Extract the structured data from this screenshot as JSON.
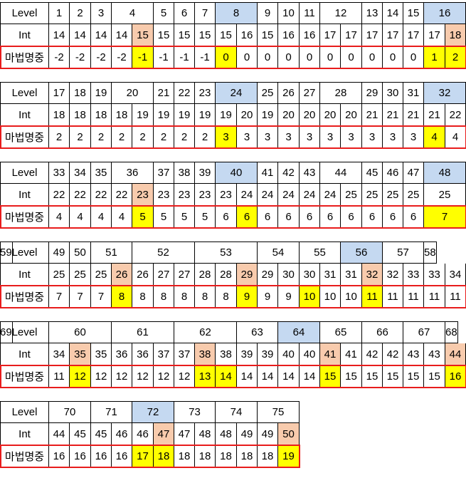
{
  "row_headers": {
    "level": "Level",
    "int": "Int",
    "magic": "마법명중"
  },
  "blocks": [
    {
      "levels": [
        {
          "v": "1",
          "s": 1
        },
        {
          "v": "2",
          "s": 1
        },
        {
          "v": "3",
          "s": 1
        },
        {
          "v": "4",
          "s": 2
        },
        {
          "v": "5",
          "s": 1
        },
        {
          "v": "6",
          "s": 1
        },
        {
          "v": "7",
          "s": 1
        },
        {
          "v": "8",
          "s": 2,
          "hl": "blue"
        },
        {
          "v": "9",
          "s": 1
        },
        {
          "v": "10",
          "s": 1
        },
        {
          "v": "11",
          "s": 1
        },
        {
          "v": "12",
          "s": 2
        },
        {
          "v": "13",
          "s": 1
        },
        {
          "v": "14",
          "s": 1
        },
        {
          "v": "15",
          "s": 1
        },
        {
          "v": "16",
          "s": 2,
          "hl": "blue"
        }
      ],
      "ints": [
        {
          "v": "14"
        },
        {
          "v": "14"
        },
        {
          "v": "14"
        },
        {
          "v": "14"
        },
        {
          "v": "15",
          "hl": "orange"
        },
        {
          "v": "15"
        },
        {
          "v": "15"
        },
        {
          "v": "15"
        },
        {
          "v": "15"
        },
        {
          "v": "16"
        },
        {
          "v": "15"
        },
        {
          "v": "16"
        },
        {
          "v": "16"
        },
        {
          "v": "17"
        },
        {
          "v": "17"
        },
        {
          "v": "17"
        },
        {
          "v": "17"
        },
        {
          "v": "17"
        },
        {
          "v": "17"
        },
        {
          "v": "18",
          "hl": "orange"
        }
      ],
      "magic": [
        {
          "v": "-2"
        },
        {
          "v": "-2"
        },
        {
          "v": "-2"
        },
        {
          "v": "-2"
        },
        {
          "v": "-1",
          "hl": "yellow"
        },
        {
          "v": "-1"
        },
        {
          "v": "-1"
        },
        {
          "v": "-1"
        },
        {
          "v": "0",
          "hl": "yellow"
        },
        {
          "v": "0"
        },
        {
          "v": "0"
        },
        {
          "v": "0"
        },
        {
          "v": "0"
        },
        {
          "v": "0"
        },
        {
          "v": "0"
        },
        {
          "v": "0"
        },
        {
          "v": "0"
        },
        {
          "v": "0"
        },
        {
          "v": "1",
          "hl": "yellow"
        },
        {
          "v": "2",
          "hl": "yellow"
        }
      ]
    },
    {
      "levels": [
        {
          "v": "17",
          "s": 1
        },
        {
          "v": "18",
          "s": 1
        },
        {
          "v": "19",
          "s": 1
        },
        {
          "v": "20",
          "s": 2
        },
        {
          "v": "21",
          "s": 1
        },
        {
          "v": "22",
          "s": 1
        },
        {
          "v": "23",
          "s": 1
        },
        {
          "v": "24",
          "s": 2,
          "hl": "blue"
        },
        {
          "v": "25",
          "s": 1
        },
        {
          "v": "26",
          "s": 1
        },
        {
          "v": "27",
          "s": 1
        },
        {
          "v": "28",
          "s": 2
        },
        {
          "v": "29",
          "s": 1
        },
        {
          "v": "30",
          "s": 1
        },
        {
          "v": "31",
          "s": 1
        },
        {
          "v": "32",
          "s": 2,
          "hl": "blue"
        }
      ],
      "ints": [
        {
          "v": "18"
        },
        {
          "v": "18"
        },
        {
          "v": "18"
        },
        {
          "v": "18"
        },
        {
          "v": "19"
        },
        {
          "v": "19"
        },
        {
          "v": "19"
        },
        {
          "v": "19"
        },
        {
          "v": "19"
        },
        {
          "v": "20"
        },
        {
          "v": "19"
        },
        {
          "v": "20"
        },
        {
          "v": "20"
        },
        {
          "v": "20"
        },
        {
          "v": "20"
        },
        {
          "v": "21"
        },
        {
          "v": "21"
        },
        {
          "v": "21"
        },
        {
          "v": "21"
        },
        {
          "v": "22"
        }
      ],
      "magic": [
        {
          "v": "2"
        },
        {
          "v": "2"
        },
        {
          "v": "2"
        },
        {
          "v": "2"
        },
        {
          "v": "2"
        },
        {
          "v": "2"
        },
        {
          "v": "2"
        },
        {
          "v": "2"
        },
        {
          "v": "3",
          "hl": "yellow"
        },
        {
          "v": "3"
        },
        {
          "v": "3"
        },
        {
          "v": "3"
        },
        {
          "v": "3"
        },
        {
          "v": "3"
        },
        {
          "v": "3"
        },
        {
          "v": "3"
        },
        {
          "v": "3"
        },
        {
          "v": "3"
        },
        {
          "v": "4",
          "hl": "yellow"
        },
        {
          "v": "4"
        }
      ]
    },
    {
      "levels": [
        {
          "v": "33",
          "s": 1
        },
        {
          "v": "34",
          "s": 1
        },
        {
          "v": "35",
          "s": 1
        },
        {
          "v": "36",
          "s": 2
        },
        {
          "v": "37",
          "s": 1
        },
        {
          "v": "38",
          "s": 1
        },
        {
          "v": "39",
          "s": 1
        },
        {
          "v": "40",
          "s": 2,
          "hl": "blue"
        },
        {
          "v": "41",
          "s": 1
        },
        {
          "v": "42",
          "s": 1
        },
        {
          "v": "43",
          "s": 1
        },
        {
          "v": "44",
          "s": 2
        },
        {
          "v": "45",
          "s": 1
        },
        {
          "v": "46",
          "s": 1
        },
        {
          "v": "47",
          "s": 1
        },
        {
          "v": "48",
          "s": 2,
          "hl": "blue"
        }
      ],
      "ints": [
        {
          "v": "22"
        },
        {
          "v": "22"
        },
        {
          "v": "22"
        },
        {
          "v": "22"
        },
        {
          "v": "23",
          "hl": "orange"
        },
        {
          "v": "23"
        },
        {
          "v": "23"
        },
        {
          "v": "23"
        },
        {
          "v": "23"
        },
        {
          "v": "24"
        },
        {
          "v": "24"
        },
        {
          "v": "24"
        },
        {
          "v": "24"
        },
        {
          "v": "24"
        },
        {
          "v": "25"
        },
        {
          "v": "25"
        },
        {
          "v": "25"
        },
        {
          "v": "25"
        },
        {
          "v": "25",
          "s": 2
        }
      ],
      "magic": [
        {
          "v": "4"
        },
        {
          "v": "4"
        },
        {
          "v": "4"
        },
        {
          "v": "4"
        },
        {
          "v": "5",
          "hl": "yellow"
        },
        {
          "v": "5"
        },
        {
          "v": "5"
        },
        {
          "v": "5"
        },
        {
          "v": "6"
        },
        {
          "v": "6",
          "hl": "yellow"
        },
        {
          "v": "6"
        },
        {
          "v": "6"
        },
        {
          "v": "6"
        },
        {
          "v": "6"
        },
        {
          "v": "6"
        },
        {
          "v": "6"
        },
        {
          "v": "6"
        },
        {
          "v": "6"
        },
        {
          "v": "7",
          "s": 2,
          "hl": "yellow"
        }
      ]
    },
    {
      "levels": [
        {
          "v": "49",
          "s": 1
        },
        {
          "v": "50",
          "s": 1
        },
        {
          "v": "51",
          "s": 2
        },
        {
          "v": "52",
          "s": 3
        },
        {
          "v": "53",
          "s": 3
        },
        {
          "v": "54",
          "s": 2
        },
        {
          "v": "55",
          "s": 2
        },
        {
          "v": "56",
          "s": 2,
          "hl": "blue"
        },
        {
          "v": "57",
          "s": 2
        },
        {
          "v": "58",
          "s": 3
        },
        {
          "v": "59",
          "s": 2
        }
      ],
      "ints": [
        {
          "v": "25"
        },
        {
          "v": "25"
        },
        {
          "v": "25"
        },
        {
          "v": "26",
          "hl": "orange"
        },
        {
          "v": "26"
        },
        {
          "v": "27"
        },
        {
          "v": "27"
        },
        {
          "v": "28"
        },
        {
          "v": "28"
        },
        {
          "v": "29",
          "hl": "orange"
        },
        {
          "v": "29"
        },
        {
          "v": "30"
        },
        {
          "v": "30"
        },
        {
          "v": "31"
        },
        {
          "v": "31"
        },
        {
          "v": "32",
          "hl": "orange"
        },
        {
          "v": "32"
        },
        {
          "v": "33"
        },
        {
          "v": "33"
        },
        {
          "v": "34"
        }
      ],
      "magic": [
        {
          "v": "7"
        },
        {
          "v": "7"
        },
        {
          "v": "7"
        },
        {
          "v": "8",
          "hl": "yellow"
        },
        {
          "v": "8"
        },
        {
          "v": "8"
        },
        {
          "v": "8"
        },
        {
          "v": "8"
        },
        {
          "v": "8"
        },
        {
          "v": "9",
          "hl": "yellow"
        },
        {
          "v": "9"
        },
        {
          "v": "9"
        },
        {
          "v": "10",
          "hl": "yellow"
        },
        {
          "v": "10"
        },
        {
          "v": "10"
        },
        {
          "v": "11",
          "hl": "yellow"
        },
        {
          "v": "11"
        },
        {
          "v": "11"
        },
        {
          "v": "11"
        },
        {
          "v": "11"
        }
      ]
    },
    {
      "levels": [
        {
          "v": "60",
          "s": 3
        },
        {
          "v": "61",
          "s": 3
        },
        {
          "v": "62",
          "s": 3
        },
        {
          "v": "63",
          "s": 2
        },
        {
          "v": "64",
          "s": 2,
          "hl": "blue"
        },
        {
          "v": "65",
          "s": 2
        },
        {
          "v": "66",
          "s": 2
        },
        {
          "v": "67",
          "s": 2
        },
        {
          "v": "68",
          "s": 2
        },
        {
          "v": "69",
          "s": 2
        }
      ],
      "ints": [
        {
          "v": "34"
        },
        {
          "v": "35",
          "hl": "orange"
        },
        {
          "v": "35"
        },
        {
          "v": "36"
        },
        {
          "v": "36"
        },
        {
          "v": "37"
        },
        {
          "v": "37"
        },
        {
          "v": "38",
          "hl": "orange"
        },
        {
          "v": "38"
        },
        {
          "v": "39"
        },
        {
          "v": "39"
        },
        {
          "v": "40"
        },
        {
          "v": "40"
        },
        {
          "v": "41",
          "hl": "orange"
        },
        {
          "v": "41"
        },
        {
          "v": "42"
        },
        {
          "v": "42"
        },
        {
          "v": "43"
        },
        {
          "v": "43"
        },
        {
          "v": "44",
          "hl": "orange"
        }
      ],
      "magic": [
        {
          "v": "11"
        },
        {
          "v": "12",
          "hl": "yellow"
        },
        {
          "v": "12"
        },
        {
          "v": "12"
        },
        {
          "v": "12"
        },
        {
          "v": "12"
        },
        {
          "v": "12"
        },
        {
          "v": "13",
          "hl": "yellow"
        },
        {
          "v": "14",
          "hl": "yellow"
        },
        {
          "v": "14"
        },
        {
          "v": "14"
        },
        {
          "v": "14"
        },
        {
          "v": "14"
        },
        {
          "v": "15",
          "hl": "yellow"
        },
        {
          "v": "15"
        },
        {
          "v": "15"
        },
        {
          "v": "15"
        },
        {
          "v": "15"
        },
        {
          "v": "15"
        },
        {
          "v": "16",
          "hl": "yellow"
        }
      ]
    },
    {
      "levels": [
        {
          "v": "70",
          "s": 2
        },
        {
          "v": "71",
          "s": 2
        },
        {
          "v": "72",
          "s": 2,
          "hl": "blue"
        },
        {
          "v": "73",
          "s": 2
        },
        {
          "v": "74",
          "s": 2
        },
        {
          "v": "75",
          "s": 2
        }
      ],
      "ints": [
        {
          "v": "44"
        },
        {
          "v": "45"
        },
        {
          "v": "45"
        },
        {
          "v": "46"
        },
        {
          "v": "46"
        },
        {
          "v": "47",
          "hl": "orange"
        },
        {
          "v": "47"
        },
        {
          "v": "48"
        },
        {
          "v": "48"
        },
        {
          "v": "49"
        },
        {
          "v": "49"
        },
        {
          "v": "50",
          "hl": "orange"
        }
      ],
      "magic": [
        {
          "v": "16"
        },
        {
          "v": "16"
        },
        {
          "v": "16"
        },
        {
          "v": "16"
        },
        {
          "v": "17",
          "hl": "yellow"
        },
        {
          "v": "18",
          "hl": "yellow"
        },
        {
          "v": "18"
        },
        {
          "v": "18"
        },
        {
          "v": "18"
        },
        {
          "v": "18"
        },
        {
          "v": "18"
        },
        {
          "v": "19",
          "hl": "yellow"
        }
      ]
    }
  ]
}
